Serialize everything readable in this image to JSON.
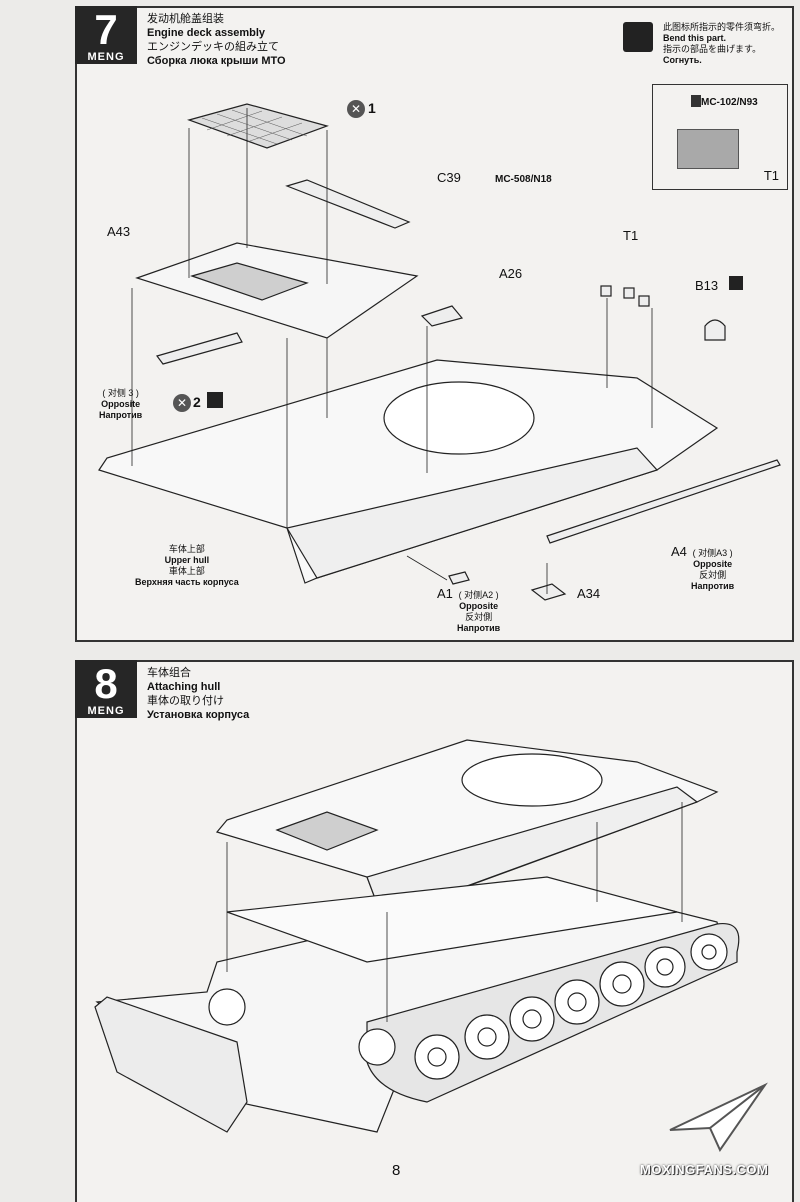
{
  "steps": [
    {
      "number": "7",
      "brand": "MENG",
      "title_cn": "发动机舱盖组装",
      "title_en": "Engine deck assembly",
      "title_jp": "エンジンデッキの組み立て",
      "title_ru": "Сборка люка крыши МТО"
    },
    {
      "number": "8",
      "brand": "MENG",
      "title_cn": "车体组合",
      "title_en": "Attaching hull",
      "title_jp": "車体の取り付け",
      "title_ru": "Установка корпуса"
    }
  ],
  "bend_note": {
    "cn": "此图标所指示的零件须弯折。",
    "en": "Bend this part.",
    "jp": "指示の部品を曲げます。",
    "ru": "Согнуть."
  },
  "inset": {
    "code": "MC-102/N93",
    "tag": "T1"
  },
  "parts": {
    "x1": "1",
    "x2": "2",
    "c39": "C39",
    "c39_code": "MC-508/N18",
    "a43": "A43",
    "t1": "T1",
    "a26": "A26",
    "b13": "B13",
    "a34": "A34",
    "a1": "A1",
    "a1_cn": "( 对侧A2 )",
    "a1_en": "Opposite",
    "a1_jp": "反対側",
    "a1_ru": "Напротив",
    "a4": "A4",
    "a4_cn": "( 对侧A3 )",
    "a4_en": "Opposite",
    "a4_jp": "反対側",
    "a4_ru": "Напротив",
    "opp3_cn": "( 对侧",
    "opp3_num": "3 )",
    "opp3_en": "Opposite",
    "opp3_ru": "Напротив",
    "upper_cn": "车体上部",
    "upper_en": "Upper hull",
    "upper_jp": "車体上部",
    "upper_ru": "Верхняя часть корпуса"
  },
  "page_number": "8",
  "watermark": "MOXINGFANS.COM",
  "colors": {
    "ink": "#262626",
    "paper": "#f3f2f0",
    "grey": "#a9a9a9"
  }
}
